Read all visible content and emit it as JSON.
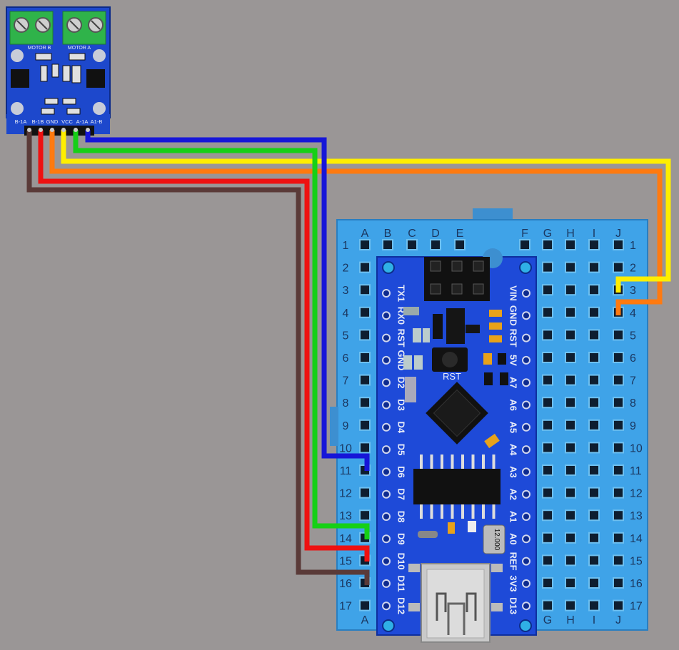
{
  "driver": {
    "motor_b_label": "MOTOR B",
    "motor_a_label": "MOTOR A",
    "pins": [
      "B-1A",
      "B-1B",
      "GND",
      "VCC",
      "A-1A",
      "A1-B"
    ]
  },
  "breadboard": {
    "columns_left": [
      "A",
      "B",
      "C",
      "D",
      "E"
    ],
    "columns_right": [
      "F",
      "G",
      "H",
      "I",
      "J"
    ],
    "rows": [
      "1",
      "2",
      "3",
      "4",
      "5",
      "6",
      "7",
      "8",
      "9",
      "10",
      "11",
      "12",
      "13",
      "14",
      "15",
      "16",
      "17"
    ],
    "bottom_left_label": "A",
    "bottom_right_labels": [
      "G",
      "H",
      "I",
      "J"
    ]
  },
  "nano": {
    "left_pins": [
      "TX1",
      "RX0",
      "RST",
      "GND",
      "D2",
      "D3",
      "D4",
      "D5",
      "D6",
      "D7",
      "D8",
      "D9",
      "D10",
      "D11",
      "D12"
    ],
    "right_pins": [
      "VIN",
      "GND",
      "RST",
      "5V",
      "A7",
      "A6",
      "A5",
      "A4",
      "A3",
      "A2",
      "A1",
      "A0",
      "REF",
      "3V3",
      "D13"
    ],
    "reset_label": "RST",
    "crystal_label": "12.000"
  },
  "colors": {
    "background": "#9a9696",
    "breadboard": "#3fa3e8",
    "nano_board": "#1e4ad8",
    "driver_board": "#1d48cc",
    "terminal": "#2fb34a",
    "wire_brown": "#5a3a38",
    "wire_red": "#ee1111",
    "wire_orange": "#ff7a10",
    "wire_yellow": "#ffee00",
    "wire_green": "#16d016",
    "wire_blue": "#1616d8"
  }
}
